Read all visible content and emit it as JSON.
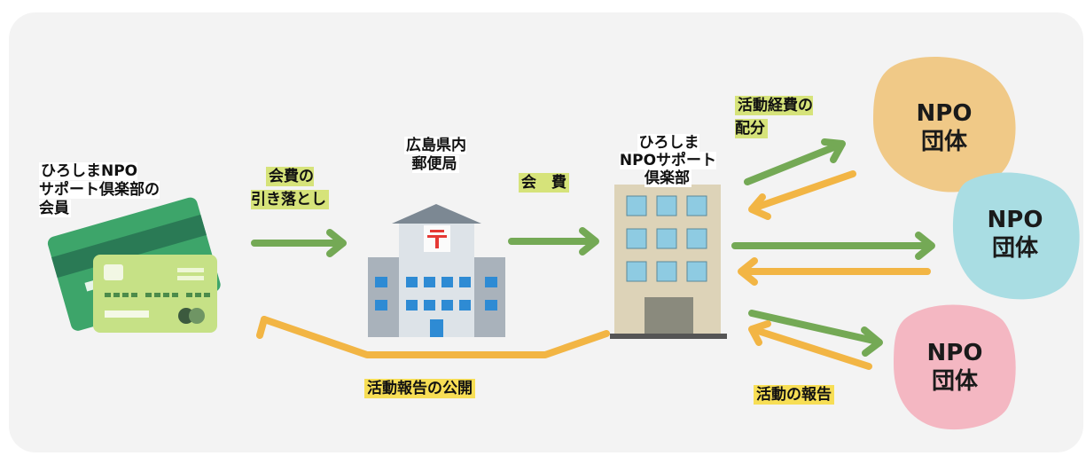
{
  "labels": {
    "member": "ひろしまNPO\nサポート倶楽部の\n会員",
    "fee_debit": "会費の\n引き落とし",
    "post_office": "広島県内\n郵便局",
    "fee": "会　費",
    "club": "ひろしま\nNPOサポート\n倶楽部",
    "allocation": "活動経費の\n配分",
    "report_public": "活動報告の公開",
    "activity_report": "活動の報告"
  },
  "organizations": [
    {
      "name": "NPO\n団体",
      "color": "#f0c987"
    },
    {
      "name": "NPO\n団体",
      "color": "#a9dde3"
    },
    {
      "name": "NPO\n団体",
      "color": "#f4b7c2"
    }
  ],
  "colors": {
    "green_arrow": "#74a955",
    "yellow_arrow": "#f2b544",
    "highlight_green": "#d6e37a",
    "highlight_yellow": "#f7de55"
  },
  "icons": [
    "credit-card-icon",
    "post-office-building-icon",
    "office-building-icon"
  ]
}
